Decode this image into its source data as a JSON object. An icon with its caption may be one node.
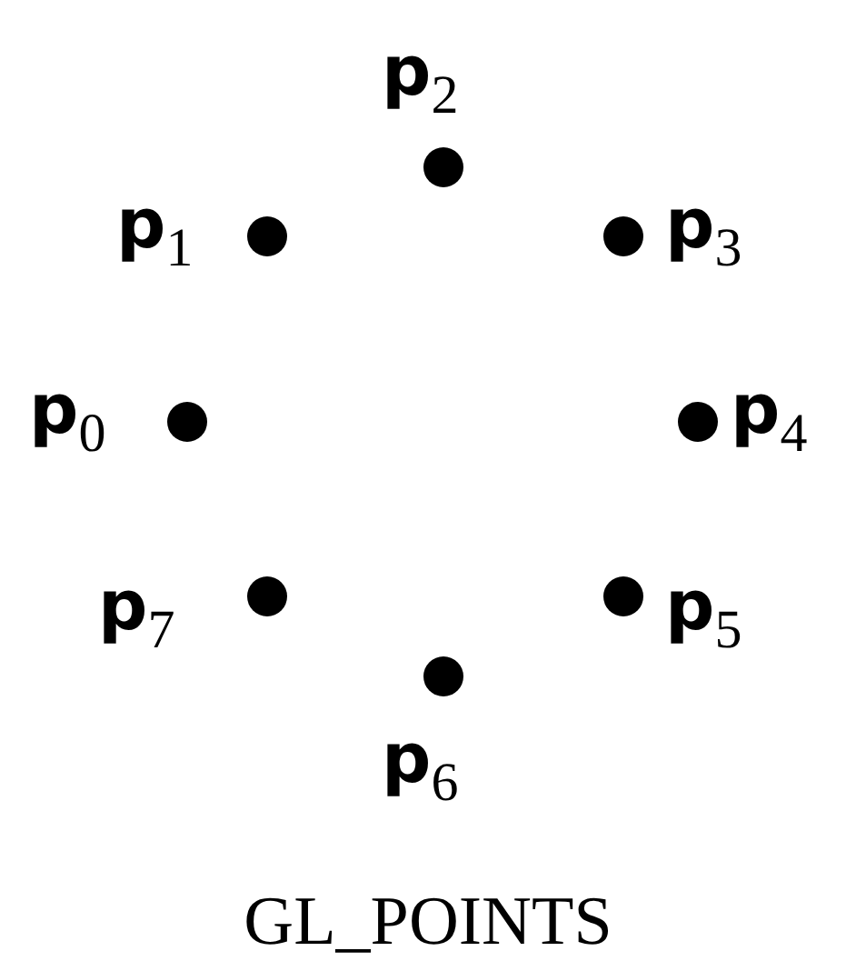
{
  "diagram": {
    "caption": "GL_POINTS",
    "nodes": [
      {
        "text": [],
        "shape": "circle",
        "beside": [
          "**p**$_{0}$"
        ]
      },
      {
        "text": [],
        "shape": "circle",
        "beside": [
          "**p**$_{1}$"
        ]
      },
      {
        "text": [],
        "shape": "circle",
        "beside": [
          "**p**$_{2}$"
        ]
      },
      {
        "text": [],
        "shape": "circle",
        "beside": [
          "**p**$_{3}$"
        ]
      },
      {
        "text": [],
        "shape": "circle",
        "beside": [
          "**p**$_{4}$"
        ]
      },
      {
        "text": [],
        "shape": "circle",
        "beside": [
          "**p**$_{5}$"
        ]
      },
      {
        "text": [],
        "shape": "circle",
        "beside": [
          "**p**$_{6}$"
        ]
      },
      {
        "text": [],
        "shape": "circle",
        "beside": [
          "**p**$_{7}$"
        ]
      }
    ]
  }
}
